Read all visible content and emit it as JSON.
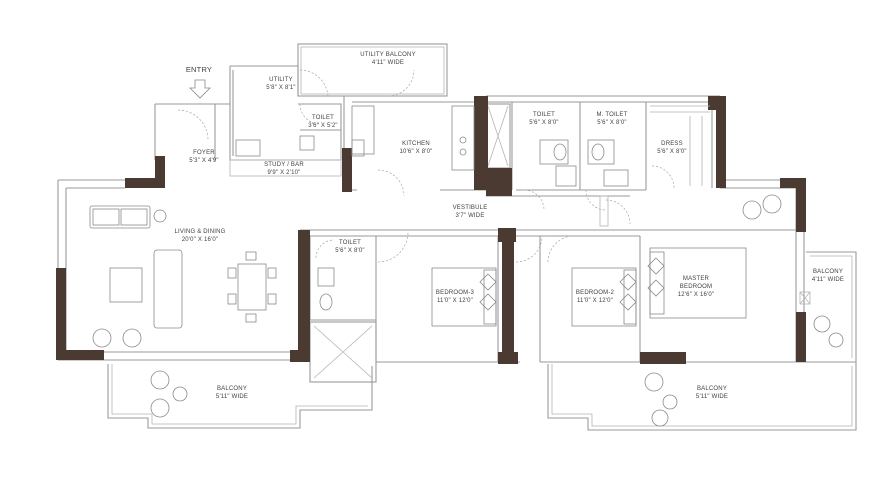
{
  "entry_label": "ENTRY",
  "rooms": {
    "utility_balcony": {
      "name": "UTILITY  BALCONY",
      "dims": "4'11\" WIDE"
    },
    "utility": {
      "name": "UTILITY",
      "dims": "5'8\" X 8'1\""
    },
    "toilet_utility": {
      "name": "TOILET",
      "dims": "3'6\" X 5'2\""
    },
    "foyer": {
      "name": "FOYER",
      "dims": "5'3\" X 4'9\""
    },
    "study_bar": {
      "name": "STUDY / BAR",
      "dims": "9'9\" X 2'10\""
    },
    "kitchen": {
      "name": "KITCHEN",
      "dims": "10'6\" X 8'0\""
    },
    "toilet_1": {
      "name": "TOILET",
      "dims": "5'6\" X 8'0\""
    },
    "m_toilet": {
      "name": "M. TOILET",
      "dims": "5'6\" X 8'0\""
    },
    "dress": {
      "name": "DRESS",
      "dims": "5'6\" X 8'0\""
    },
    "vestibule": {
      "name": "VESTIBULE",
      "dims": "3'7\" WIDE"
    },
    "living_dining": {
      "name": "LIVING & DINING",
      "dims": "20'0\" X 16'0\""
    },
    "toilet_2": {
      "name": "TOILET",
      "dims": "5'6\" X 8'0\""
    },
    "bedroom_3": {
      "name": "BEDROOM-3",
      "dims": "11'0\" X 12'0\""
    },
    "bedroom_2": {
      "name": "BEDROOM-2",
      "dims": "11'0\" X 12'0\""
    },
    "master_bedroom": {
      "name": "MASTER",
      "name2": "BEDROOM",
      "dims": "12'6\" X 16'0\""
    },
    "balcony_right": {
      "name": "BALCONY",
      "dims": "4'11\" WIDE"
    },
    "balcony_left": {
      "name": "BALCONY",
      "dims": "5'11\" WIDE"
    },
    "balcony_bottom": {
      "name": "BALCONY",
      "dims": "5'11\" WIDE"
    }
  },
  "colors": {
    "wall_line": "#9a9a9a",
    "structural_column": "#4a3a31",
    "label_text": "#3f3f3f",
    "background": "#ffffff"
  }
}
